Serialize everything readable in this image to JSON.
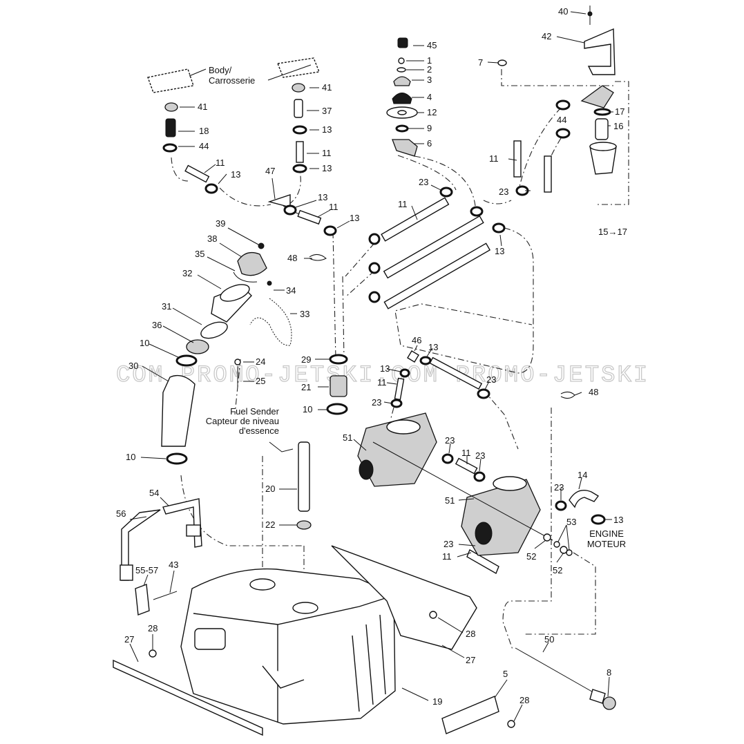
{
  "watermark": "COM  PROMO-JETSKI.COM  PROMO-JETSKI",
  "captions": {
    "body_en": "Body/",
    "body_fr": "Carrosserie",
    "fuel_sender_en": "Fuel Sender",
    "fuel_sender_fr1": "Capteur de niveau",
    "fuel_sender_fr2": "d'essence",
    "engine_en": "ENGINE",
    "engine_fr": "MOTEUR",
    "range_label": "15→17"
  },
  "callouts": [
    {
      "id": "c40",
      "text": "40"
    },
    {
      "id": "c42",
      "text": "42"
    },
    {
      "id": "c7",
      "text": "7"
    },
    {
      "id": "c45",
      "text": "45"
    },
    {
      "id": "c1",
      "text": "1"
    },
    {
      "id": "c2",
      "text": "2"
    },
    {
      "id": "c3",
      "text": "3"
    },
    {
      "id": "c4",
      "text": "4"
    },
    {
      "id": "c12",
      "text": "12"
    },
    {
      "id": "c9",
      "text": "9"
    },
    {
      "id": "c6",
      "text": "6"
    },
    {
      "id": "c17",
      "text": "17"
    },
    {
      "id": "c16",
      "text": "16"
    },
    {
      "id": "c44a",
      "text": "44"
    },
    {
      "id": "c41a",
      "text": "41"
    },
    {
      "id": "c41b",
      "text": "41"
    },
    {
      "id": "c37",
      "text": "37"
    },
    {
      "id": "c18",
      "text": "18"
    },
    {
      "id": "c13a",
      "text": "13"
    },
    {
      "id": "c44b",
      "text": "44"
    },
    {
      "id": "c11a",
      "text": "11"
    },
    {
      "id": "c11b",
      "text": "11"
    },
    {
      "id": "c13b",
      "text": "13"
    },
    {
      "id": "c13c",
      "text": "13"
    },
    {
      "id": "c47",
      "text": "47"
    },
    {
      "id": "c13d",
      "text": "13"
    },
    {
      "id": "c11c",
      "text": "11"
    },
    {
      "id": "c13e",
      "text": "13"
    },
    {
      "id": "c23a",
      "text": "23"
    },
    {
      "id": "c11d",
      "text": "11"
    },
    {
      "id": "c11e",
      "text": "11"
    },
    {
      "id": "c23b",
      "text": "23"
    },
    {
      "id": "c13f",
      "text": "13"
    },
    {
      "id": "c39",
      "text": "39"
    },
    {
      "id": "c38",
      "text": "38"
    },
    {
      "id": "c35",
      "text": "35"
    },
    {
      "id": "c48a",
      "text": "48"
    },
    {
      "id": "c32",
      "text": "32"
    },
    {
      "id": "c34",
      "text": "34"
    },
    {
      "id": "c33",
      "text": "33"
    },
    {
      "id": "c31",
      "text": "31"
    },
    {
      "id": "c36",
      "text": "36"
    },
    {
      "id": "c10a",
      "text": "10"
    },
    {
      "id": "c30",
      "text": "30"
    },
    {
      "id": "c24",
      "text": "24"
    },
    {
      "id": "c25",
      "text": "25"
    },
    {
      "id": "c29",
      "text": "29"
    },
    {
      "id": "c13g",
      "text": "13"
    },
    {
      "id": "c11f",
      "text": "11"
    },
    {
      "id": "c21",
      "text": "21"
    },
    {
      "id": "c23c",
      "text": "23"
    },
    {
      "id": "c46",
      "text": "46"
    },
    {
      "id": "c13h",
      "text": "13"
    },
    {
      "id": "c23d",
      "text": "23"
    },
    {
      "id": "c48b",
      "text": "48"
    },
    {
      "id": "c10b",
      "text": "10"
    },
    {
      "id": "c51a",
      "text": "51"
    },
    {
      "id": "c23e",
      "text": "23"
    },
    {
      "id": "c11g",
      "text": "11"
    },
    {
      "id": "c23f",
      "text": "23"
    },
    {
      "id": "c10c",
      "text": "10"
    },
    {
      "id": "c20",
      "text": "20"
    },
    {
      "id": "c14",
      "text": "14"
    },
    {
      "id": "c23g",
      "text": "23"
    },
    {
      "id": "c13i",
      "text": "13"
    },
    {
      "id": "c51b",
      "text": "51"
    },
    {
      "id": "c53",
      "text": "53"
    },
    {
      "id": "c22",
      "text": "22"
    },
    {
      "id": "c54",
      "text": "54"
    },
    {
      "id": "c56",
      "text": "56"
    },
    {
      "id": "c23h",
      "text": "23"
    },
    {
      "id": "c11h",
      "text": "11"
    },
    {
      "id": "c52a",
      "text": "52"
    },
    {
      "id": "c52b",
      "text": "52"
    },
    {
      "id": "c5557",
      "text": "55-57"
    },
    {
      "id": "c43",
      "text": "43"
    },
    {
      "id": "c28a",
      "text": "28"
    },
    {
      "id": "c27a",
      "text": "27"
    },
    {
      "id": "c28b",
      "text": "28"
    },
    {
      "id": "c27b",
      "text": "27"
    },
    {
      "id": "c50",
      "text": "50"
    },
    {
      "id": "c8",
      "text": "8"
    },
    {
      "id": "c5",
      "text": "5"
    },
    {
      "id": "c28c",
      "text": "28"
    },
    {
      "id": "c19",
      "text": "19"
    }
  ]
}
